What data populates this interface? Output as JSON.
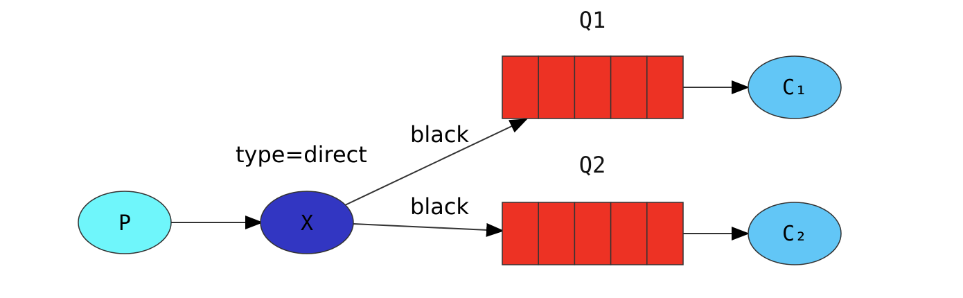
{
  "colors": {
    "producer_fill": "#6ff6fb",
    "exchange_fill": "#3236c2",
    "consumer_fill": "#62c6f6",
    "queue_fill": "#ed3224",
    "stroke": "#333333",
    "text": "#000000"
  },
  "nodes": {
    "producer": {
      "label": "P"
    },
    "exchange": {
      "label": "X",
      "type_label": "type=direct"
    },
    "queue_1": {
      "label": "Q1",
      "slots": 5
    },
    "queue_2": {
      "label": "Q2",
      "slots": 5
    },
    "consumer_1": {
      "label": "C₁"
    },
    "consumer_2": {
      "label": "C₂"
    }
  },
  "edges": {
    "exchange_to_q1": {
      "label": "black"
    },
    "exchange_to_q2": {
      "label": "black"
    }
  }
}
